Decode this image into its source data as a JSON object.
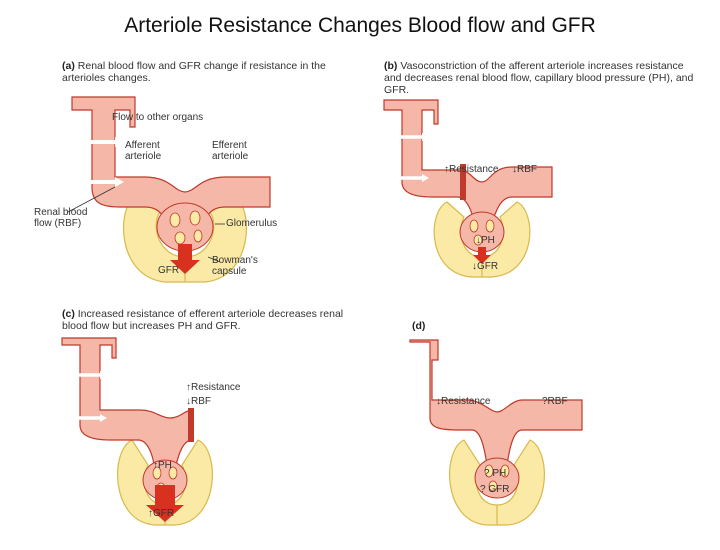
{
  "title": "Arteriole Resistance Changes Blood flow and GFR",
  "colors": {
    "vessel": "#f5b7a8",
    "vessel_stroke": "#c0392b",
    "capsule": "#fbeaa6",
    "capsule_stroke": "#d8b94c",
    "arrow_red": "#d9311f",
    "flow_white": "#ffffff"
  },
  "panels": {
    "a": {
      "letter": "(a)",
      "caption": "Renal blood flow and GFR change if resistance in the arterioles changes.",
      "labels": {
        "flow_other_organs": "Flow to other organs",
        "afferent": "Afferent arteriole",
        "efferent": "Efferent arteriole",
        "renal_flow": "Renal blood flow (RBF)",
        "glomerulus": "Glomerulus",
        "gfr": "GFR",
        "bowman": "Bowman's capsule"
      }
    },
    "b": {
      "letter": "(b)",
      "caption": "Vasoconstriction of the afferent arteriole increases resistance and decreases renal blood flow, capillary blood pressure (PH), and GFR.",
      "labels": {
        "resistance": "Resistance",
        "rbf": "RBF",
        "ph": "PH",
        "gfr": "GFR",
        "up": "↑",
        "down": "↓"
      }
    },
    "c": {
      "letter": "(c)",
      "caption": "Increased resistance of efferent arteriole decreases renal blood flow but increases PH and GFR.",
      "labels": {
        "resistance": "Resistance",
        "rbf": "RBF",
        "ph": "PH",
        "gfr": "GFR",
        "up": "↑",
        "down": "↓"
      }
    },
    "d": {
      "letter": "(d)",
      "caption": "",
      "labels": {
        "resistance": "Resistance",
        "rbf": "?RBF",
        "ph": "? PH",
        "gfr": "? GFR",
        "down": "↓"
      }
    }
  }
}
